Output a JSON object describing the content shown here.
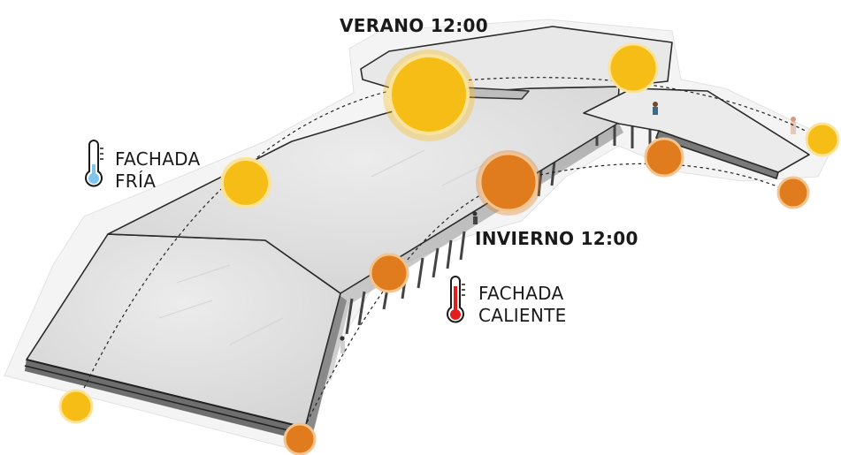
{
  "labels": {
    "summer": "VERANO 12:00",
    "winter": "INVIERNO 12:00",
    "cold_facade_line1": "FACHADA",
    "cold_facade_line2": "FRÍA",
    "hot_facade_line1": "FACHADA",
    "hot_facade_line2": "CALIENTE"
  },
  "colors": {
    "summer_sun": "#f7bd17",
    "winter_sun": "#e07c1e",
    "cold_thermometer": "#7fc4ec",
    "hot_thermometer": "#e41c1c",
    "roof": "#e4e4e4"
  },
  "icons": {
    "cold": "thermometer-cold-icon",
    "hot": "thermometer-hot-icon"
  }
}
